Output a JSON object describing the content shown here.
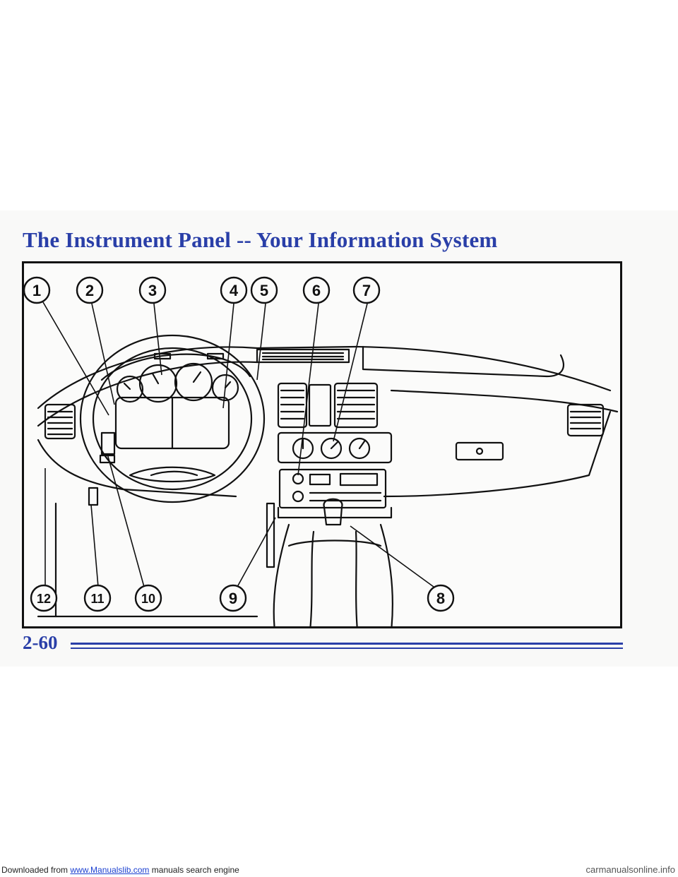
{
  "page": {
    "title": "The Instrument Panel -- Your Information System",
    "page_number": "2-60"
  },
  "figure": {
    "callouts": [
      "1",
      "2",
      "3",
      "4",
      "5",
      "6",
      "7",
      "8",
      "9",
      "10",
      "11",
      "12"
    ]
  },
  "footer": {
    "prefix": "Downloaded from ",
    "link_text": "www.Manualslib.com",
    "suffix": " manuals search engine",
    "watermark": "carmanualsonline.info"
  }
}
